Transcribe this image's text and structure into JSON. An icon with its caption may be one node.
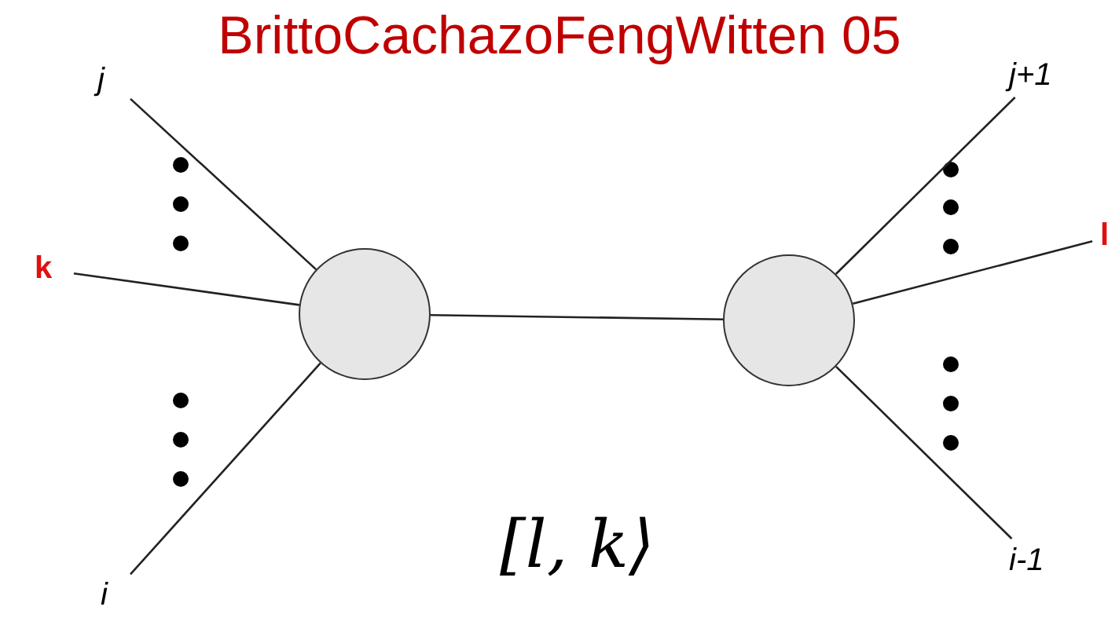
{
  "diagram": {
    "title": "BrittoCachazoFengWitten 05",
    "nodes": [
      {
        "text": [
          "j"
        ]
      },
      {
        "text": [
          "k"
        ]
      },
      {
        "text": [
          "i"
        ]
      },
      {
        "text": [],
        "shape": "circle"
      },
      {
        "text": [],
        "shape": "circle"
      },
      {
        "text": [
          "j+1"
        ]
      },
      {
        "text": [
          "l"
        ]
      },
      {
        "text": [
          "i-1"
        ]
      }
    ],
    "edges": [
      {
        "from": 0,
        "to": 3,
        "arrow": "none"
      },
      {
        "from": 1,
        "to": 3,
        "arrow": "none"
      },
      {
        "from": 2,
        "to": 3,
        "arrow": "none"
      },
      {
        "from": 3,
        "to": 4,
        "arrow": "none"
      },
      {
        "from": 4,
        "to": 5,
        "arrow": "none"
      },
      {
        "from": 4,
        "to": 6,
        "arrow": "none"
      },
      {
        "from": 4,
        "to": 7,
        "arrow": "none"
      }
    ],
    "labels": [
      "[l, k⟩"
    ]
  }
}
